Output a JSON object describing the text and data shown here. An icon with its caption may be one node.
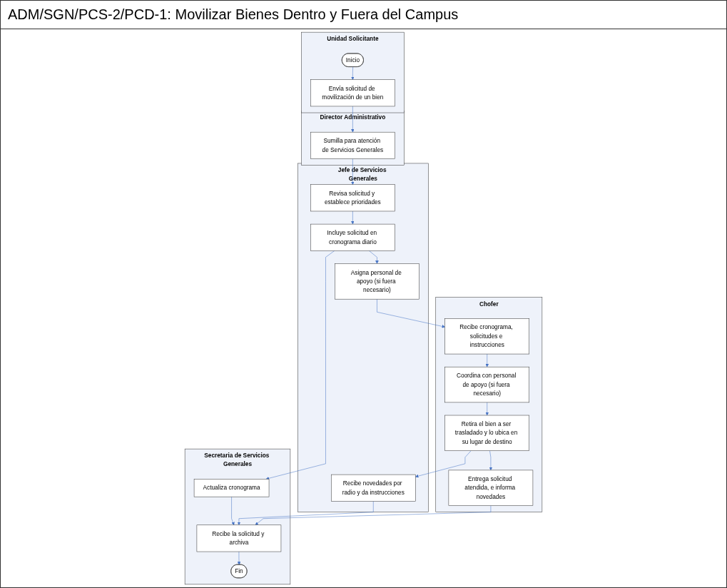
{
  "diagram": {
    "title": "ADM/SGN/PCS-2/PCD-1: Movilizar Bienes Dentro y Fuera del Campus",
    "nodes": [
      {
        "text": [
          "Unidad Solicitante"
        ]
      },
      {
        "text": [
          "Inicio"
        ],
        "in": 0
      },
      {
        "text": [
          "Envía solicitud de movilización de un bien"
        ],
        "in": 0
      },
      {
        "text": [
          "Director Administrativo"
        ]
      },
      {
        "text": [
          "Sumilla para atención de Servicios Generales"
        ],
        "in": 3
      },
      {
        "text": [
          "Secretaria de Servicios Generales"
        ]
      },
      {
        "text": [
          "Actualiza cronograma"
        ],
        "in": 5
      },
      {
        "text": [
          "Recibe la solicitud y archiva"
        ],
        "in": 5
      },
      {
        "text": [
          "Fin"
        ],
        "in": 5
      },
      {
        "text": [
          "Jefe de Servicios Generales"
        ]
      },
      {
        "text": [
          "Revisa solicitud y establece prioridades"
        ],
        "in": 9
      },
      {
        "text": [
          "Incluye solicitud en cronograma diario"
        ],
        "in": 9
      },
      {
        "text": [
          "Asigna personal de apoyo (si fuera necesario)"
        ],
        "in": 9
      },
      {
        "text": [
          "Recibe novedades por radio y da instrucciones"
        ],
        "in": 9
      },
      {
        "text": [
          "Chofer"
        ]
      },
      {
        "text": [
          "Recibe cronograma, solicitudes e instrucciones"
        ],
        "in": 14
      },
      {
        "text": [
          "Coordina con personal de apoyo (si fuera necesario)"
        ],
        "in": 14
      },
      {
        "text": [
          "Retira el bien a ser trasladado y lo ubica en su lugar de destino"
        ],
        "in": 14
      },
      {
        "text": [
          "Entrega solicitud atendida, e informa novedades"
        ],
        "in": 14
      }
    ],
    "edges": [
      {
        "from": 1,
        "to": 2,
        "arrow": "to"
      },
      {
        "from": 2,
        "to": 4,
        "arrow": "to"
      },
      {
        "from": 4,
        "to": 10,
        "arrow": "to"
      },
      {
        "from": 10,
        "to": 11,
        "arrow": "to"
      },
      {
        "from": 11,
        "to": 6,
        "arrow": "to"
      },
      {
        "from": 11,
        "to": 12,
        "arrow": "to"
      },
      {
        "from": 12,
        "to": 15,
        "arrow": "to"
      },
      {
        "from": 15,
        "to": 16,
        "arrow": "to"
      },
      {
        "from": 16,
        "to": 17,
        "arrow": "to"
      },
      {
        "from": 17,
        "to": 13,
        "arrow": "to"
      },
      {
        "from": 6,
        "to": 7,
        "arrow": "to"
      },
      {
        "from": 13,
        "to": 7,
        "arrow": "to"
      },
      {
        "from": 17,
        "to": 18,
        "arrow": "to"
      },
      {
        "from": 18,
        "to": 7,
        "arrow": "to"
      },
      {
        "from": 7,
        "to": 8,
        "arrow": "to"
      }
    ]
  }
}
